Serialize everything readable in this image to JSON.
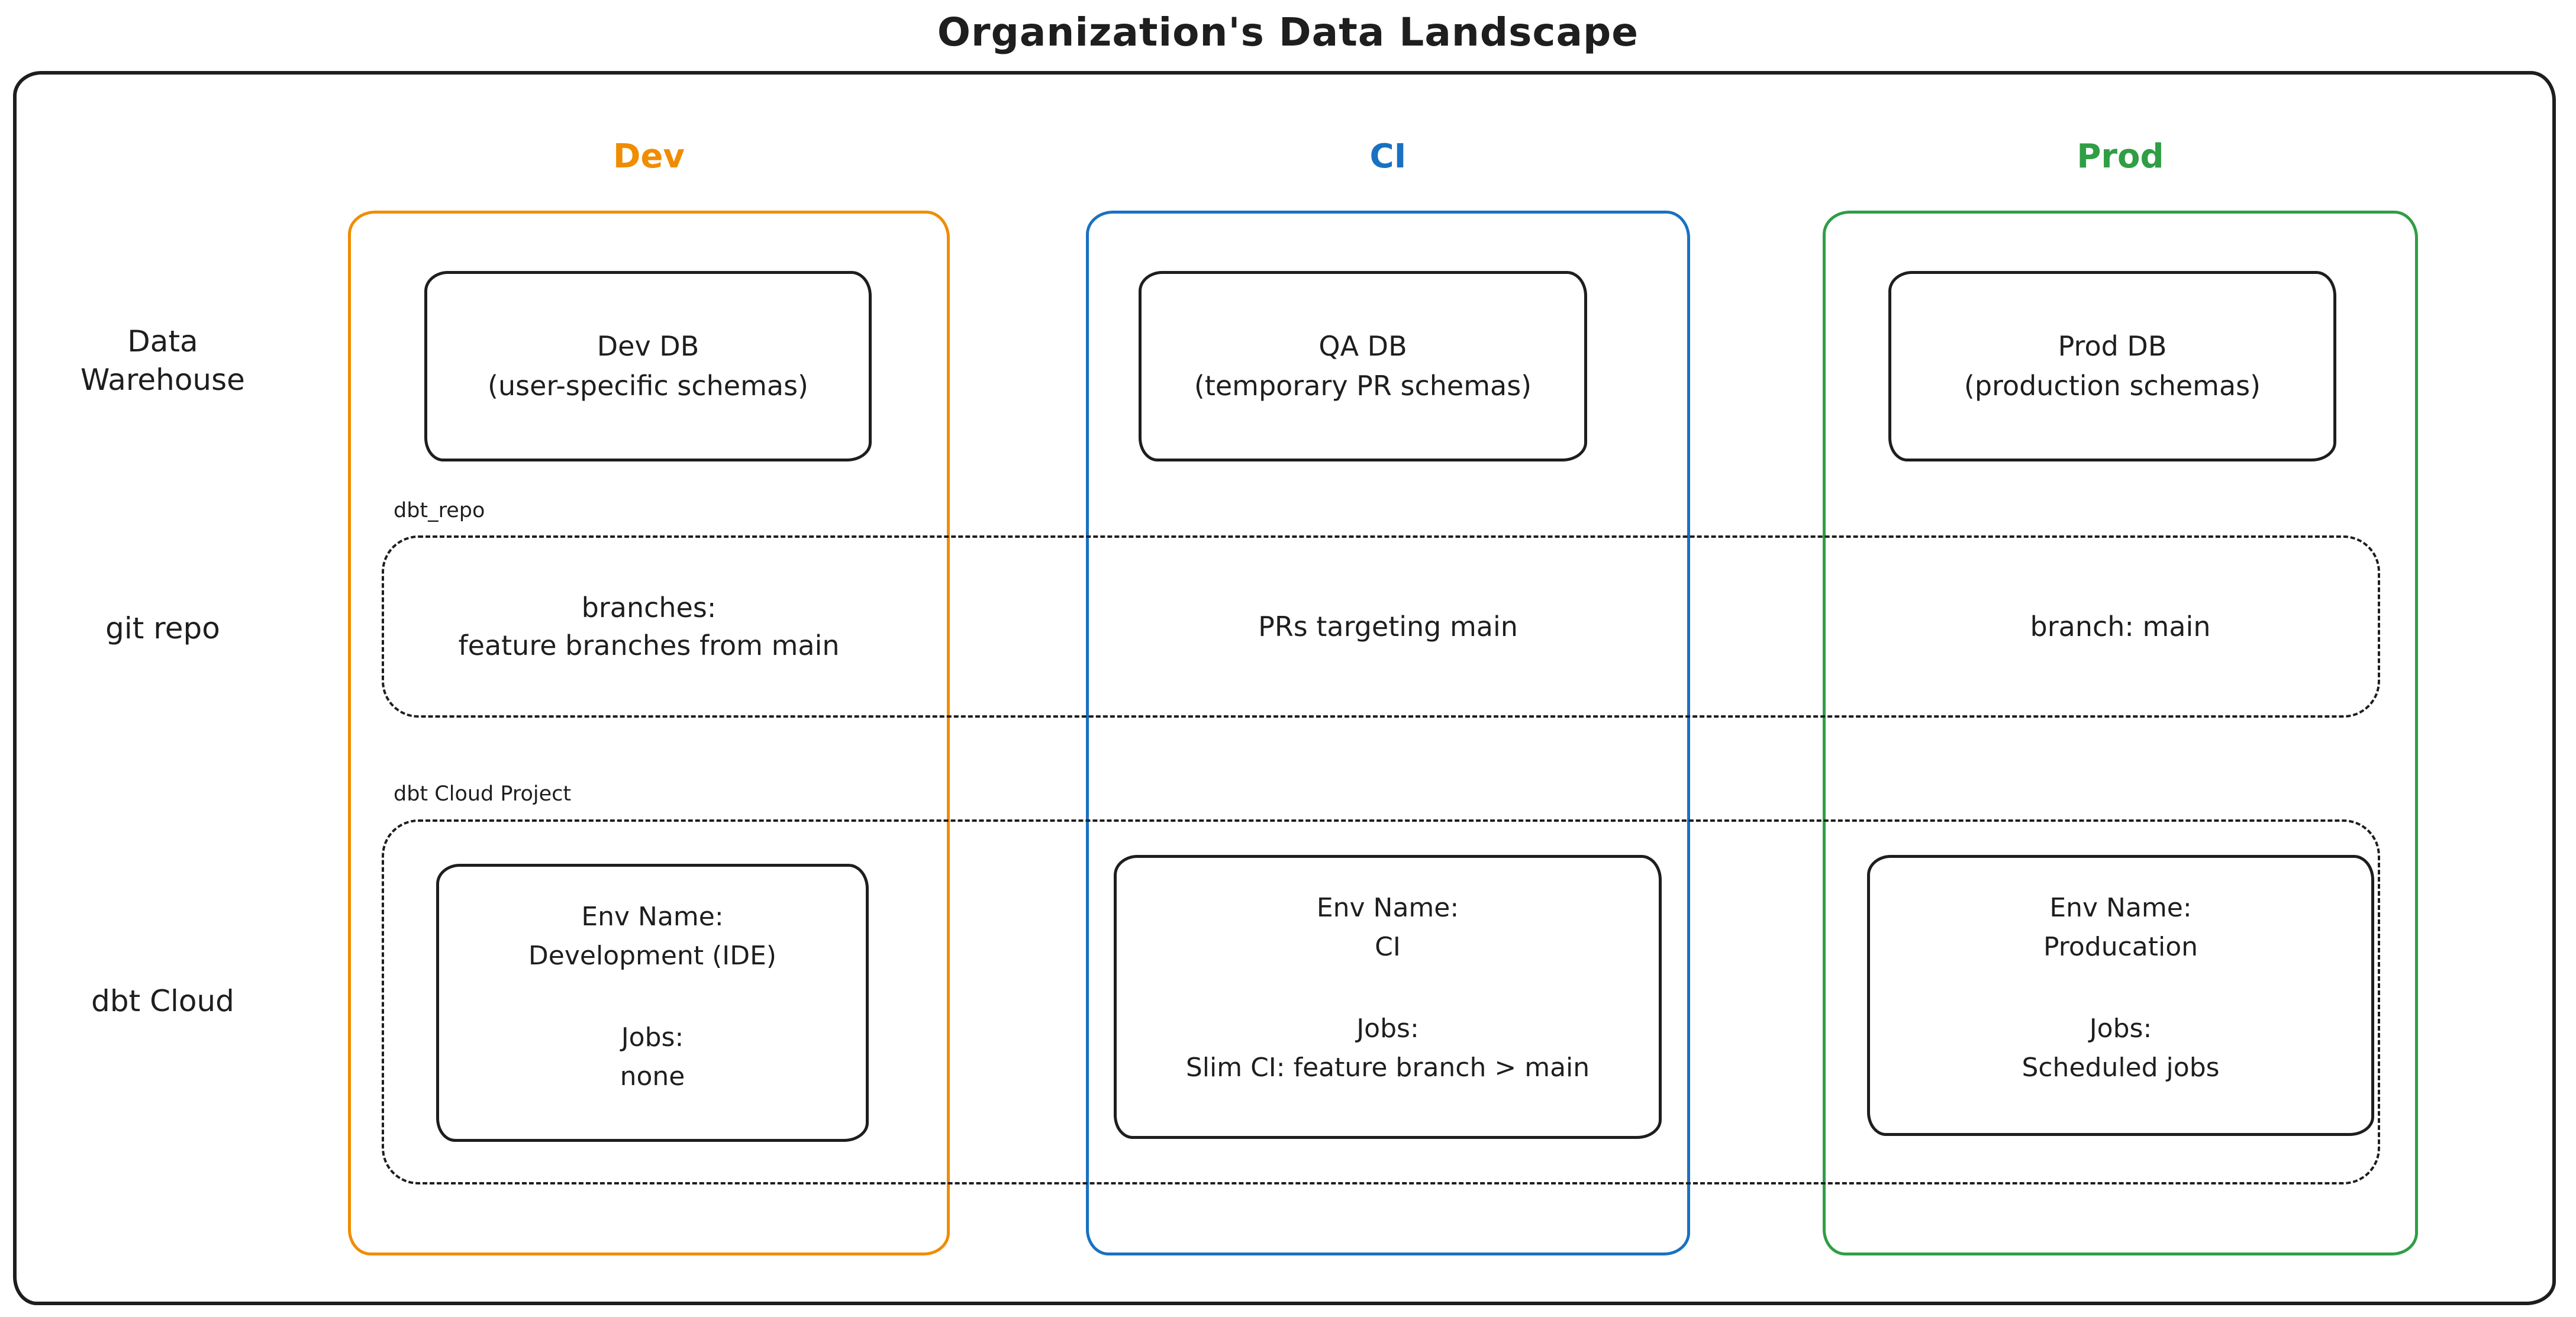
{
  "title": "Organization's Data Landscape",
  "colors": {
    "dev_accent": "#f08c00",
    "ci_accent": "#1971c2",
    "prod_accent": "#2f9e44",
    "ink": "#1e1e1e"
  },
  "row_labels": {
    "warehouse_line1": "Data",
    "warehouse_line2": "Warehouse",
    "git": "git repo",
    "dbt": "dbt Cloud"
  },
  "band_labels": {
    "git": "dbt_repo",
    "dbt": "dbt Cloud Project"
  },
  "columns": [
    {
      "header": "Dev",
      "db": {
        "name": "Dev DB",
        "detail": "(user-specific schemas)"
      },
      "git": {
        "line1": "branches:",
        "line2": "feature branches from main"
      },
      "env": {
        "name_label": "Env Name:",
        "name": "Development (IDE)",
        "jobs_label": "Jobs:",
        "jobs": "none"
      }
    },
    {
      "header": "CI",
      "db": {
        "name": "QA DB",
        "detail": "(temporary PR schemas)"
      },
      "git": {
        "line1": "PRs targeting main",
        "line2": ""
      },
      "env": {
        "name_label": "Env Name:",
        "name": "CI",
        "jobs_label": "Jobs:",
        "jobs": "Slim CI: feature branch > main"
      }
    },
    {
      "header": "Prod",
      "db": {
        "name": "Prod DB",
        "detail": "(production schemas)"
      },
      "git": {
        "line1": "branch: main",
        "line2": ""
      },
      "env": {
        "name_label": "Env Name:",
        "name": "Producation",
        "jobs_label": "Jobs:",
        "jobs": "Scheduled jobs"
      }
    }
  ]
}
